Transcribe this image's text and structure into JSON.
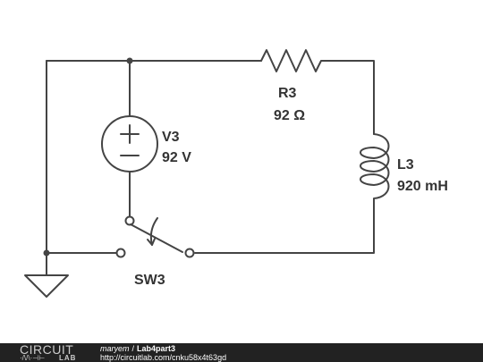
{
  "components": {
    "voltage_source": {
      "designator": "V3",
      "value": "92 V"
    },
    "resistor": {
      "designator": "R3",
      "value": "92 Ω"
    },
    "inductor": {
      "designator": "L3",
      "value": "920 mH"
    },
    "switch": {
      "designator": "SW3"
    }
  },
  "footer": {
    "brand_top": "CIRCUIT",
    "brand_glyph": "·/\\/\\·⊣⊢",
    "brand_bottom": "LAB",
    "user": "maryem",
    "separator": "/",
    "project": "Lab4part3",
    "url": "http://circuitlab.com/cnku58x4t63gd"
  },
  "colors": {
    "wire": "#444444",
    "label": "#333333",
    "footer_bg": "#222222"
  }
}
